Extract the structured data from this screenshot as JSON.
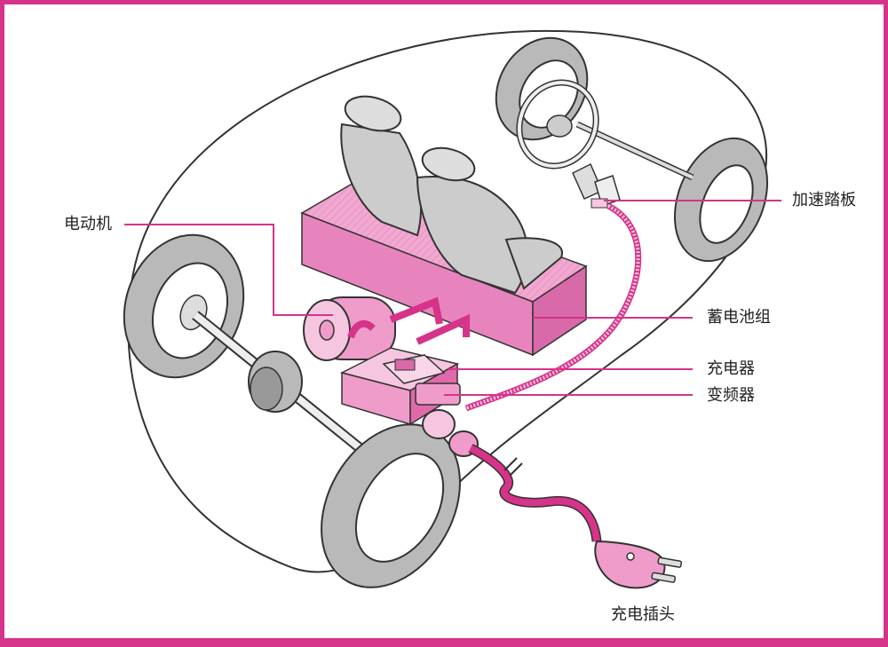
{
  "labels": {
    "motor": "电动机",
    "accelerator": "加速踏板",
    "battery": "蓄电池组",
    "charger": "充电器",
    "inverter": "变频器",
    "plug": "充电插头"
  },
  "colors": {
    "accent": "#d6338a",
    "pink_fill": "#ef9ccb",
    "pink_light": "#f6c6e1",
    "tire": "#b9b9b9",
    "outline": "#333333"
  }
}
